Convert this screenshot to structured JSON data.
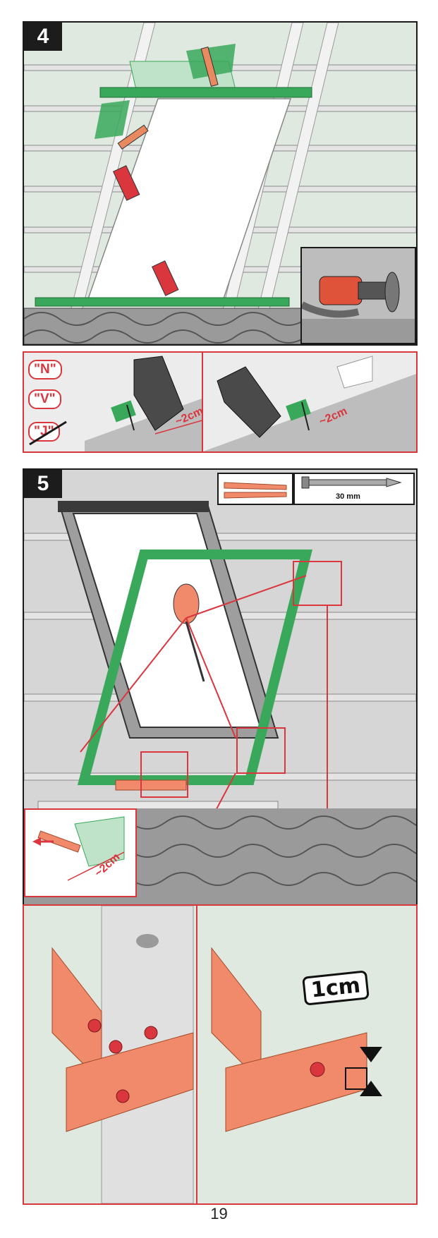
{
  "page_number": "19",
  "step4": {
    "badge": "4",
    "labels": {
      "n": "\"N\"",
      "v": "\"V\"",
      "crossed": "\"J\""
    },
    "dimension_left": "~2cm",
    "dimension_right": "~2cm"
  },
  "step5": {
    "badge": "5",
    "screw_length": "30 mm",
    "dimension": "~2cm",
    "depth": "1cm"
  },
  "colors": {
    "accent_red": "#d9363e",
    "membrane_green": "#3aa85a",
    "bracket_salmon": "#f08a6a",
    "frame_dark": "#3a3a3a"
  }
}
